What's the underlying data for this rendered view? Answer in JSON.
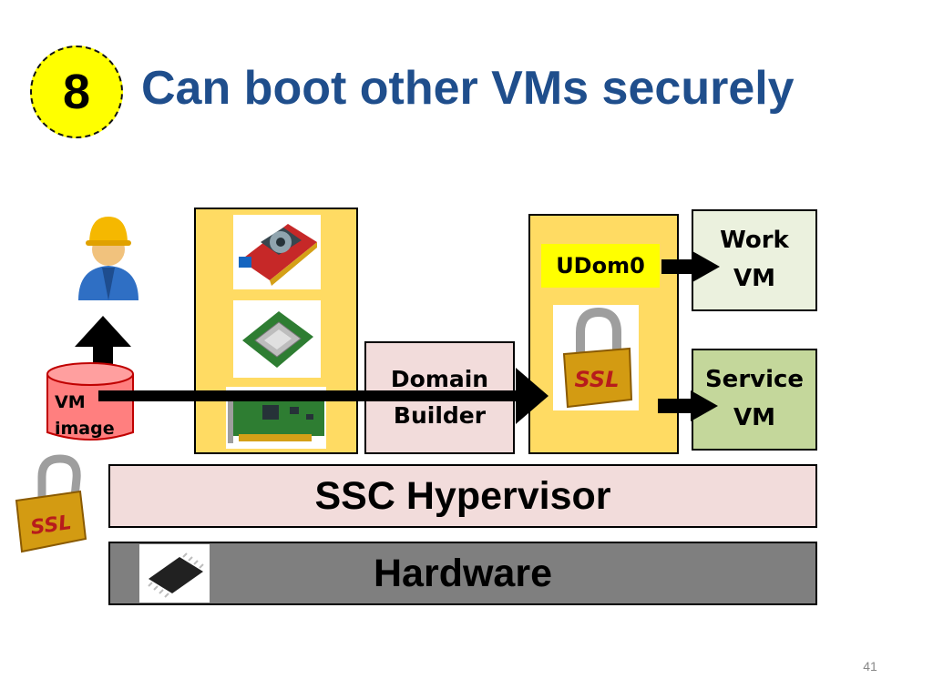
{
  "slide": {
    "badge_number": "8",
    "title": "Can boot other VMs securely",
    "slide_number": "41"
  },
  "diagram": {
    "vm_image": "VM image",
    "domain_builder_line1": "Domain",
    "domain_builder_line2": "Builder",
    "udom0": "UDom0",
    "work_vm_line1": "Work",
    "work_vm_line2": "VM",
    "service_vm_line1": "Service",
    "service_vm_line2": "VM",
    "hypervisor": "SSC Hypervisor",
    "hardware": "Hardware",
    "lock_label": "SSL"
  },
  "icons": {
    "user": "user-icon",
    "lock": "padlock-icon",
    "gpu": "graphics-card-icon",
    "cpu": "cpu-icon",
    "nic": "network-card-icon",
    "chip": "chip-icon",
    "disk": "disk-cylinder-icon"
  },
  "colors": {
    "title": "#1f4e8c",
    "badge": "#ffff00",
    "device_box": "#ffdb63",
    "builder": "#f2dcdb",
    "work_vm": "#ebf1de",
    "service_vm": "#c4d79b",
    "hypervisor": "#f2dcdb",
    "hardware": "#7f7f7f",
    "disk": "#ff7f7f"
  }
}
